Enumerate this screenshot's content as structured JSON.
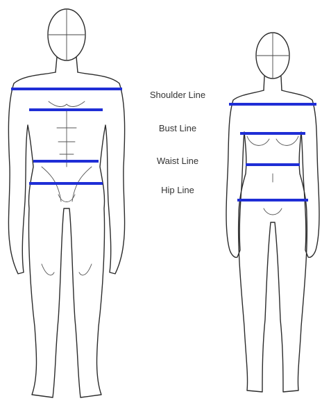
{
  "colors": {
    "measurement_line": "#1f2ed6",
    "outline": "#2b2b2b",
    "label_text": "#333333",
    "background": "#ffffff"
  },
  "labels": {
    "shoulder": "Shoulder Line",
    "bust": "Bust Line",
    "waist": "Waist Line",
    "hip": "Hip Line"
  },
  "figures": [
    {
      "name": "male-figure",
      "lines": [
        "shoulder",
        "bust",
        "waist",
        "hip"
      ]
    },
    {
      "name": "female-figure",
      "lines": [
        "shoulder",
        "bust",
        "waist",
        "hip"
      ]
    }
  ]
}
